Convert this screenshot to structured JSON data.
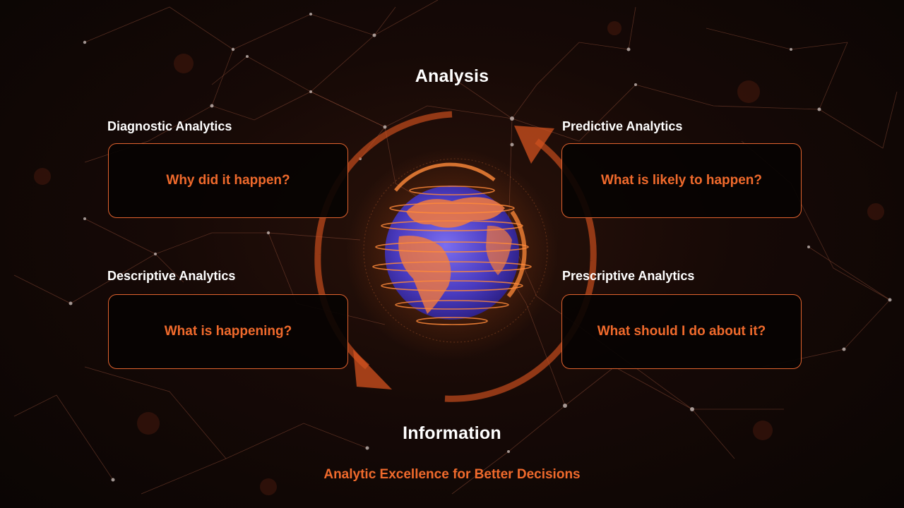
{
  "top_title": "Analysis",
  "bottom_title": "Information",
  "tagline": "Analytic Excellence for Better Decisions",
  "cards": {
    "diagnostic": {
      "label": "Diagnostic Analytics",
      "question": "Why did it happen?"
    },
    "predictive": {
      "label": "Predictive Analytics",
      "question": "What is likely to happen?"
    },
    "descriptive": {
      "label": "Descriptive Analytics",
      "question": "What is happening?"
    },
    "prescriptive": {
      "label": "Prescriptive Analytics",
      "question": "What should I do about it?"
    }
  },
  "colors": {
    "accent": "#f06a2c",
    "border": "#e0622e",
    "heading": "#ffffff",
    "globe": "#5a4bd0",
    "background": "#0b0605"
  },
  "icons": {
    "center_graphic": "globe-icon",
    "cycle_arrows": "cycle-arrow-icon"
  }
}
